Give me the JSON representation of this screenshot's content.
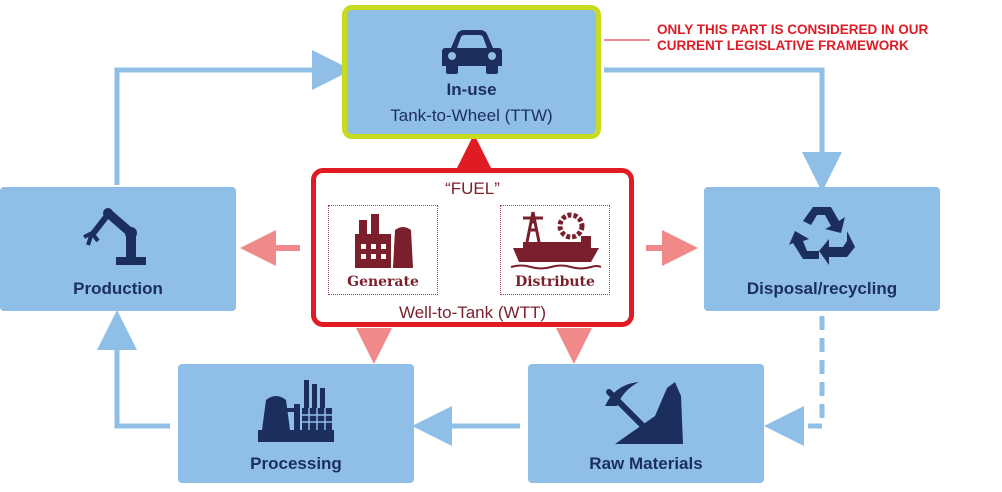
{
  "boxes": {
    "inuse": {
      "title": "In-use",
      "subtitle": "Tank-to-Wheel (TTW)",
      "icon": "car-icon"
    },
    "production": {
      "label": "Production",
      "icon": "robot-arm-icon"
    },
    "disposal": {
      "label": "Disposal/recycling",
      "icon": "recycle-icon"
    },
    "processing": {
      "label": "Processing",
      "icon": "factory-icon"
    },
    "raw_materials": {
      "label": "Raw Materials",
      "icon": "mining-icon"
    }
  },
  "fuel": {
    "title": "“FUEL”",
    "footer": "Well-to-Tank (WTT)",
    "generate": {
      "label": "Generate",
      "icon": "power-plant-icon"
    },
    "distribute": {
      "label": "Distribute",
      "icon": "tanker-ship-icon"
    }
  },
  "note": {
    "line1": "ONLY THIS PART IS CONSIDERED IN OUR",
    "line2": "CURRENT LEGISLATIVE FRAMEWORK"
  },
  "colors": {
    "box": "#8fbfe7",
    "navy": "#1c2f5c",
    "ttw_border": "#c8dc1e",
    "wtt_border": "#e01b24",
    "maroon": "#7a1f2b",
    "blue_arrow": "#8fbfe7",
    "pink_arrow": "#f08a8a",
    "red_arrow": "#e01b24"
  }
}
